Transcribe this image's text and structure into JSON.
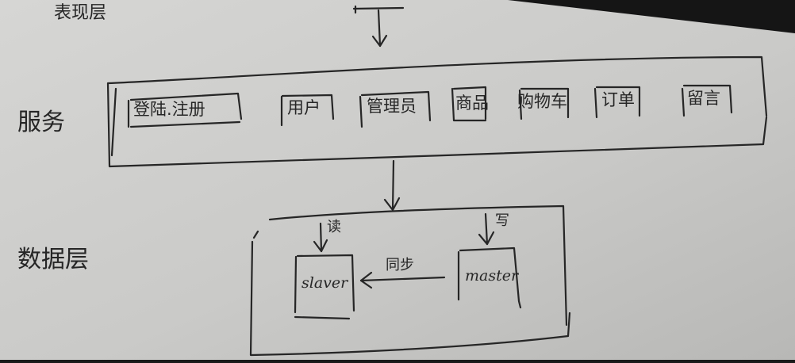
{
  "layers": {
    "presentation": "表现层",
    "service": "服务",
    "data": "数据层"
  },
  "services": [
    {
      "label": "登陆.注册"
    },
    {
      "label": "用户"
    },
    {
      "label": "管理员"
    },
    {
      "label": "商品"
    },
    {
      "label": "购物车"
    },
    {
      "label": "订单"
    },
    {
      "label": "留言"
    }
  ],
  "database": {
    "slave": "slaver",
    "master": "master",
    "read": "读",
    "write": "写",
    "sync": "同步"
  },
  "colors": {
    "paper": "#c9c9c7",
    "ink": "#262626",
    "shadow": "#1a1a1a"
  }
}
